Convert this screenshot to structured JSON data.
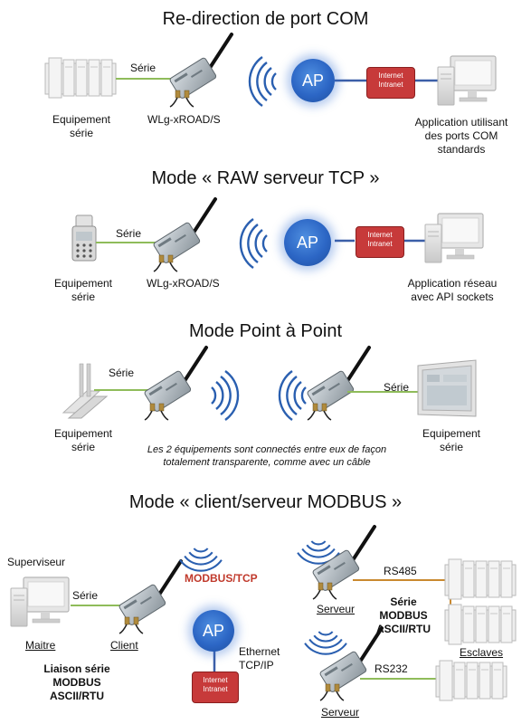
{
  "sec1": {
    "title": "Re-direction de port COM",
    "serie": "Série",
    "equip_l1": "Equipement",
    "equip_l2": "série",
    "device": "WLg-xROAD/S",
    "ap": "AP",
    "inet_l1": "Internet",
    "inet_l2": "Intranet",
    "app_l1": "Application utilisant",
    "app_l2": "des ports COM",
    "app_l3": "standards"
  },
  "sec2": {
    "title": "Mode « RAW serveur TCP »",
    "serie": "Série",
    "equip_l1": "Equipement",
    "equip_l2": "série",
    "device": "WLg-xROAD/S",
    "ap": "AP",
    "inet_l1": "Internet",
    "inet_l2": "Intranet",
    "app_l1": "Application réseau",
    "app_l2": "avec API sockets"
  },
  "sec3": {
    "title": "Mode Point à Point",
    "serie_left": "Série",
    "serie_right": "Série",
    "equip_left_l1": "Equipement",
    "equip_left_l2": "série",
    "equip_right_l1": "Equipement",
    "equip_right_l2": "série",
    "note_l1": "Les 2 équipements sont connectés entre eux de façon",
    "note_l2": "totalement transparente, comme avec un câble"
  },
  "sec4": {
    "title": "Mode « client/serveur MODBUS »",
    "superviseur": "Superviseur",
    "serie": "Série",
    "maitre": "Maitre",
    "client": "Client",
    "liaison_l1": "Liaison série",
    "liaison_l2": "MODBUS",
    "liaison_l3": "ASCII/RTU",
    "modbus_tcp": "MODBUS/TCP",
    "ap": "AP",
    "ethernet_l1": "Ethernet",
    "ethernet_l2": "TCP/IP",
    "inet_l1": "Internet",
    "inet_l2": "Intranet",
    "rs485": "RS485",
    "rs232": "RS232",
    "serveur_top": "Serveur",
    "serveur_bottom": "Serveur",
    "serie_modbus_l1": "Série",
    "serie_modbus_l2": "MODBUS",
    "serie_modbus_l3": "ASCII/RTU",
    "esclaves": "Esclaves"
  },
  "colors": {
    "serial_line": "#8fbc5a",
    "ethernet_line": "#3b5fa8",
    "rs485_line": "#c9892f",
    "modbus_tcp": "#c0392b",
    "ap_blue": "#2c66c5",
    "internet_red": "#c73a3a"
  }
}
